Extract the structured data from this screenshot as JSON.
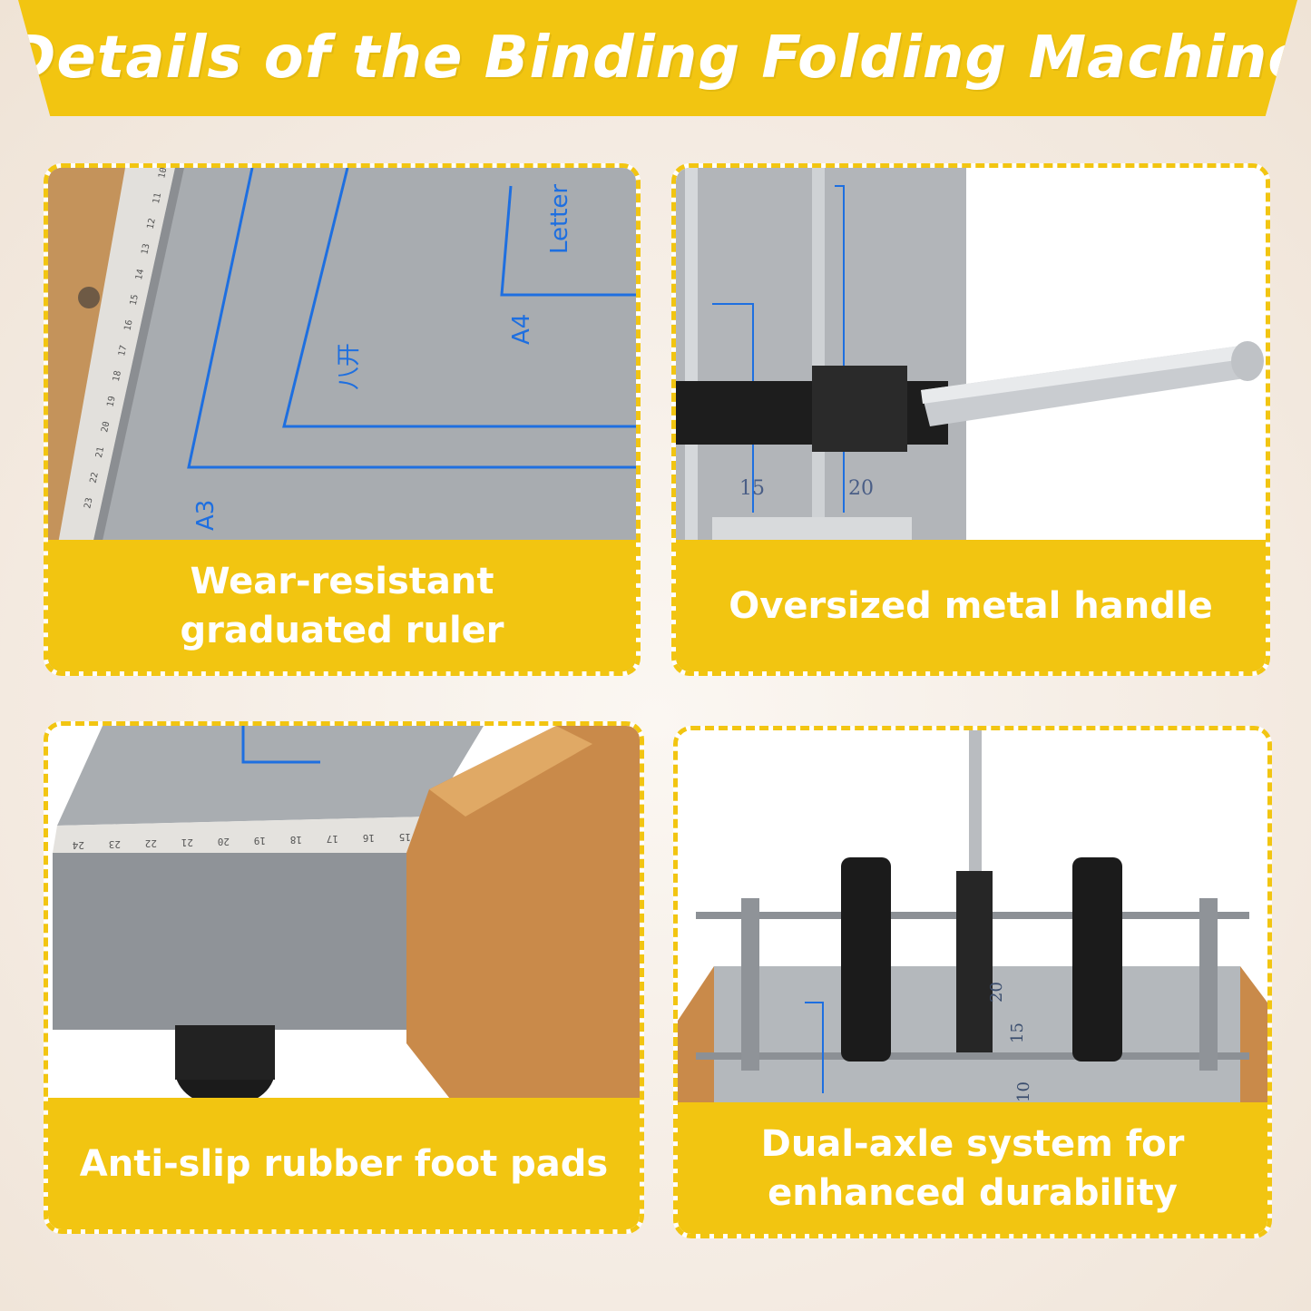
{
  "header": {
    "title": "Details of the Binding Folding Machine"
  },
  "panels": [
    {
      "caption": "Wear-resistant\ngraduated ruler",
      "labels": [
        "A3",
        "A4",
        "Letter",
        "八开"
      ],
      "ruler_numbers": [
        "10",
        "11",
        "12",
        "13",
        "14",
        "15",
        "16",
        "17",
        "18",
        "19",
        "20",
        "21",
        "22",
        "23"
      ]
    },
    {
      "caption": "Oversized metal handle",
      "scale_numbers": [
        "15",
        "20"
      ]
    },
    {
      "caption": "Anti-slip rubber foot pads",
      "ruler_numbers": [
        "24",
        "23",
        "22",
        "21",
        "20",
        "19",
        "18",
        "17",
        "16",
        "15"
      ]
    },
    {
      "caption": "Dual-axle system for\nenhanced durability",
      "scale_numbers": [
        "20",
        "15",
        "10"
      ]
    }
  ],
  "colors": {
    "accent": "#f2c511",
    "board": "#a9adb2",
    "guide": "#1e6fe0",
    "bronze": "#c98a4a"
  }
}
